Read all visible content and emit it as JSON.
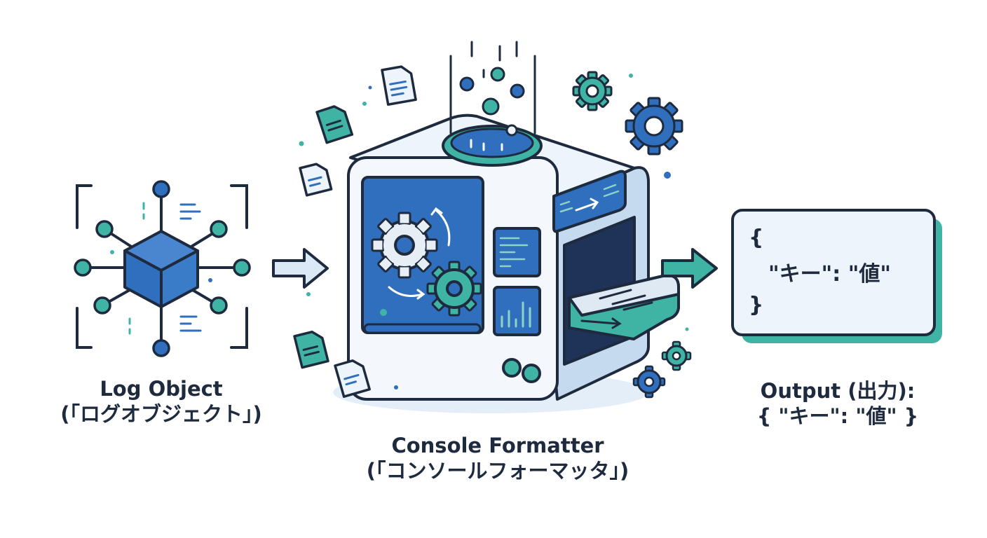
{
  "log_object": {
    "title": "Log Object",
    "subtitle": "(「ログオブジェクト」)"
  },
  "formatter": {
    "title": "Console Formatter",
    "subtitle": "(「コンソールフォーマッタ」)"
  },
  "output": {
    "title": "Output (出力):",
    "subtitle": "{ \"キー\": \"値\" }",
    "code_open": "{",
    "code_line": "\"キー\": \"値\"",
    "code_close": "}"
  },
  "colors": {
    "navy": "#1e2a3e",
    "blue": "#2f6fbd",
    "teal": "#3fb3a4",
    "light_blue": "#dbe8f6"
  },
  "icons": [
    "cube-node-icon",
    "arrow-right-icon",
    "gear-icon",
    "document-icon",
    "formatter-machine-icon",
    "output-box-icon"
  ]
}
